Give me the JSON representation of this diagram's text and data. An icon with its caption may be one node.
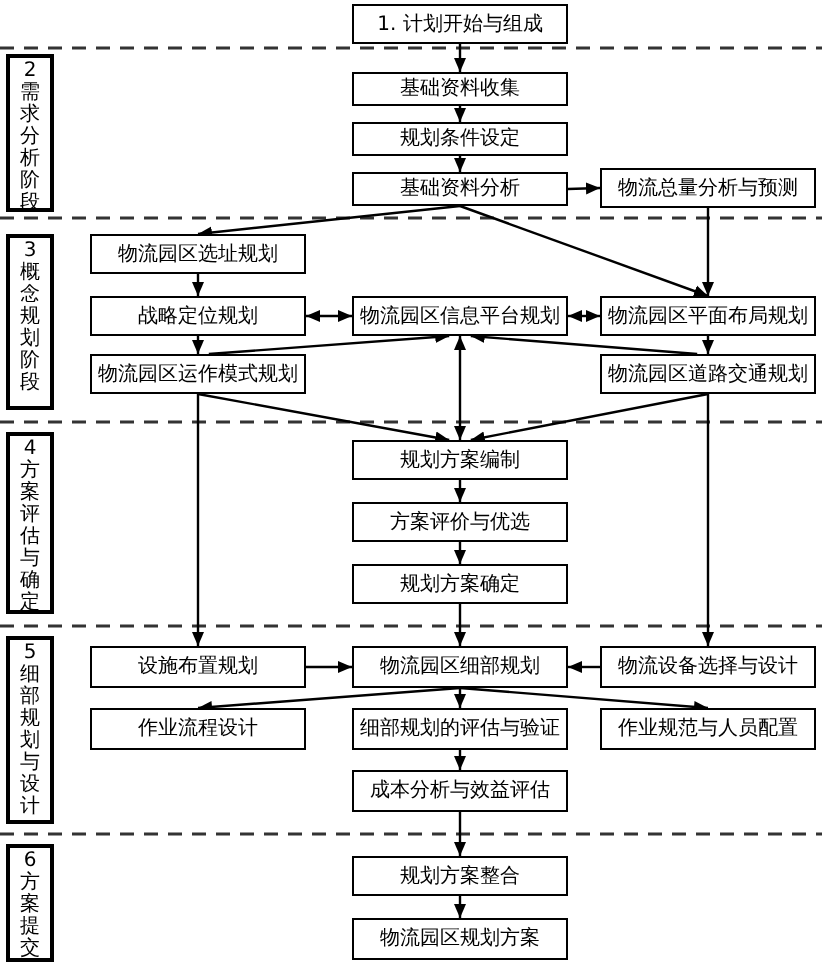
{
  "diagram": {
    "nodes": [
      {
        "text": [
          "1. 计划开始与组成"
        ]
      },
      {
        "text": [
          "2",
          "需求分析阶段"
        ]
      },
      {
        "text": [
          "基础资料收集"
        ]
      },
      {
        "text": [
          "规划条件设定"
        ]
      },
      {
        "text": [
          "基础资料分析"
        ]
      },
      {
        "text": [
          "物流总量分析与预测"
        ]
      },
      {
        "text": [
          "3",
          "概念规划阶段"
        ]
      },
      {
        "text": [
          "物流园区选址规划"
        ]
      },
      {
        "text": [
          "战略定位规划"
        ]
      },
      {
        "text": [
          "物流园区信息平台规划"
        ]
      },
      {
        "text": [
          "物流园区平面布局规划"
        ]
      },
      {
        "text": [
          "物流园区运作模式规划"
        ]
      },
      {
        "text": [
          "物流园区道路交通规划"
        ]
      },
      {
        "text": [
          "4",
          "方案评估与确定"
        ]
      },
      {
        "text": [
          "规划方案编制"
        ]
      },
      {
        "text": [
          "方案评价与优选"
        ]
      },
      {
        "text": [
          "规划方案确定"
        ]
      },
      {
        "text": [
          "5",
          "细部规划与设计"
        ]
      },
      {
        "text": [
          "设施布置规划"
        ]
      },
      {
        "text": [
          "物流园区细部规划"
        ]
      },
      {
        "text": [
          "物流设备选择与设计"
        ]
      },
      {
        "text": [
          "作业流程设计"
        ]
      },
      {
        "text": [
          "细部规划的评估与验证"
        ]
      },
      {
        "text": [
          "作业规范与人员配置"
        ]
      },
      {
        "text": [
          "成本分析与效益评估"
        ]
      },
      {
        "text": [
          "6",
          "方案提交"
        ]
      },
      {
        "text": [
          "规划方案整合"
        ]
      },
      {
        "text": [
          "物流园区规划方案"
        ]
      }
    ],
    "edges": [
      {
        "from": 0,
        "to": 2,
        "arrow": "to"
      },
      {
        "from": 2,
        "to": 3,
        "arrow": "to"
      },
      {
        "from": 3,
        "to": 4,
        "arrow": "to"
      },
      {
        "from": 4,
        "to": 5,
        "arrow": "to"
      },
      {
        "from": 4,
        "to": 7,
        "arrow": "to"
      },
      {
        "from": 4,
        "to": 10,
        "arrow": "to"
      },
      {
        "from": 5,
        "to": 10,
        "arrow": "to"
      },
      {
        "from": 7,
        "to": 8,
        "arrow": "to"
      },
      {
        "from": 8,
        "to": 9,
        "arrow": "both"
      },
      {
        "from": 9,
        "to": 10,
        "arrow": "both"
      },
      {
        "from": 8,
        "to": 11,
        "arrow": "to"
      },
      {
        "from": 10,
        "to": 12,
        "arrow": "to"
      },
      {
        "from": 11,
        "to": 9,
        "arrow": "to"
      },
      {
        "from": 12,
        "to": 9,
        "arrow": "to"
      },
      {
        "from": 9,
        "to": 14,
        "arrow": "both"
      },
      {
        "from": 11,
        "to": 14,
        "arrow": "to"
      },
      {
        "from": 12,
        "to": 14,
        "arrow": "to"
      },
      {
        "from": 11,
        "to": 18,
        "arrow": "to"
      },
      {
        "from": 12,
        "to": 20,
        "arrow": "to"
      },
      {
        "from": 16,
        "to": 19,
        "arrow": "to"
      },
      {
        "from": 18,
        "to": 19,
        "arrow": "to"
      },
      {
        "from": 20,
        "to": 19,
        "arrow": "to"
      },
      {
        "from": 19,
        "to": 21,
        "arrow": "to"
      },
      {
        "from": 19,
        "to": 22,
        "arrow": "to"
      },
      {
        "from": 19,
        "to": 23,
        "arrow": "to"
      },
      {
        "from": 22,
        "to": 24,
        "arrow": "to"
      },
      {
        "from": 24,
        "to": 26,
        "arrow": "to"
      },
      {
        "from": 26,
        "to": 27,
        "arrow": "to"
      },
      {
        "from": 14,
        "to": 15,
        "arrow": "to"
      },
      {
        "from": 15,
        "to": 16,
        "arrow": "to"
      }
    ]
  }
}
